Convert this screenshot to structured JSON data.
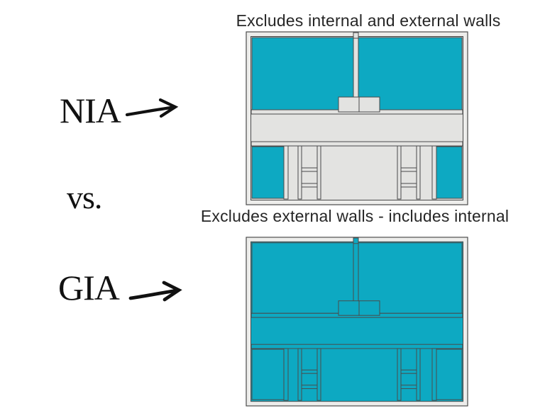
{
  "page_title": "NIA vs GIA floor area comparison",
  "colors": {
    "teal": "#0da9c2",
    "svc": "#e3e3e1",
    "wallfill": "#ededeb",
    "line": "#4a4a4a",
    "text": "#202020",
    "bg": "#ffffff"
  },
  "labels": {
    "nia": "NIA",
    "vs": "vs.",
    "gia": "GIA"
  },
  "diagrams": {
    "nia": {
      "caption": "Excludes internal and external walls",
      "description": "Floor plan with only net lettable rooms shaded teal; corridors, stairs, cupboards and walls shown grey"
    },
    "gia": {
      "caption": "Excludes external walls - includes internal",
      "description": "Same floor plan with the entire interior inside the external walls shaded teal"
    }
  }
}
